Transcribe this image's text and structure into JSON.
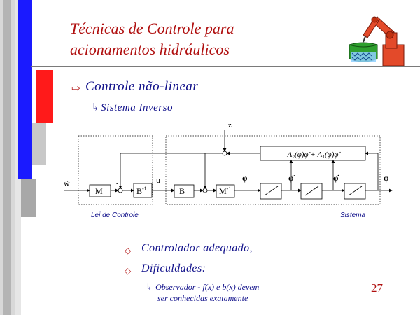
{
  "slide": {
    "title_line1": "Técnicas de Controle para",
    "title_line2": "acionamentos hidráulicos",
    "bullet1": "Controle não-linear",
    "sub_bullet1": "Sistema Inverso",
    "bullet2": "Controlador adequado,",
    "bullet3": "Dificuldades:",
    "sub_bullet2_line1": "Observador - f(x) e b(x) devem",
    "sub_bullet2_line2": "ser conhecidas exatamente",
    "page_number": "27"
  },
  "diagram": {
    "input_label": "ẅ",
    "disturbance_label": "z",
    "u_label": "u",
    "minus_sign": "-",
    "block_M": "M",
    "block_B_inv": "B",
    "block_B_inv_sup": "-1",
    "block_B": "B",
    "block_M_inv": "M",
    "block_M_inv_sup": "-1",
    "feedback_expr": "A₂(φ)φ̈ + A₁(φ)φ̇",
    "phi_dddot": "φ⃛",
    "phi_ddot": "φ̈",
    "phi_dot": "φ̇",
    "phi": "φ",
    "group_controller": "Lei de Controle",
    "group_system": "Sistema"
  },
  "colors": {
    "title_red": "#b01010",
    "text_blue": "#10108a",
    "decor_blue": "#1a1aff",
    "decor_red": "#ff1a1a",
    "decor_gray": "#c0c0c0"
  }
}
